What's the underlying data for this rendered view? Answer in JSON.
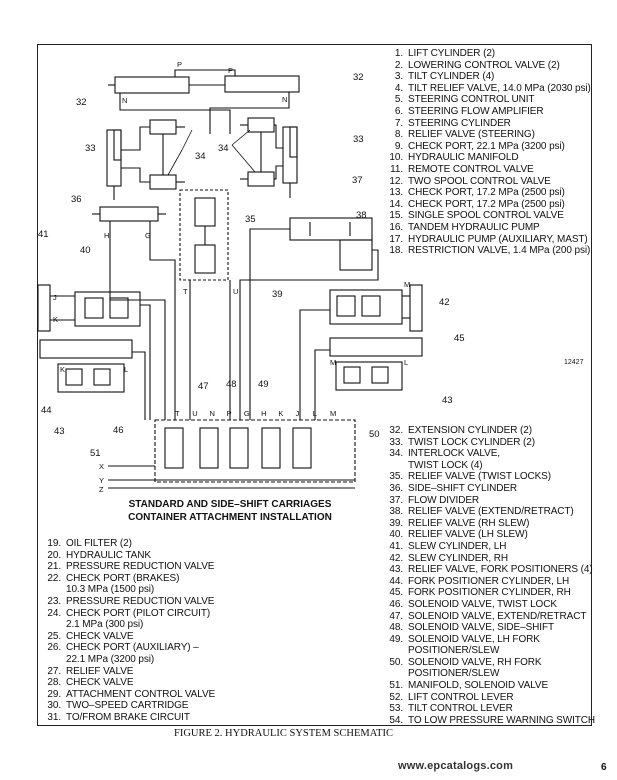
{
  "figure_caption": "FIGURE 2. HYDRAULIC SYSTEM SCHEMATIC",
  "installation_title": [
    "STANDARD AND SIDE–SHIFT CARRIAGES",
    "CONTAINER ATTACHMENT INSTALLATION"
  ],
  "drawing_number": "12427",
  "watermark": "www.epcatalogs.com",
  "page_number": "6",
  "legend_top": [
    {
      "num": "1.",
      "text": "LIFT CYLINDER (2)"
    },
    {
      "num": "2.",
      "text": "LOWERING CONTROL VALVE (2)"
    },
    {
      "num": "3.",
      "text": "TILT CYLINDER (4)"
    },
    {
      "num": "4.",
      "text": "TILT RELIEF VALVE, 14.0 MPa (2030 psi)"
    },
    {
      "num": "5.",
      "text": "STEERING CONTROL UNIT"
    },
    {
      "num": "6.",
      "text": "STEERING FLOW AMPLIFIER"
    },
    {
      "num": "7.",
      "text": "STEERING CYLINDER"
    },
    {
      "num": "8.",
      "text": "RELIEF VALVE (STEERING)"
    },
    {
      "num": "9.",
      "text": "CHECK PORT, 22.1 MPa (3200 psi)"
    },
    {
      "num": "10.",
      "text": "HYDRAULIC MANIFOLD"
    },
    {
      "num": "11.",
      "text": "REMOTE CONTROL VALVE"
    },
    {
      "num": "12.",
      "text": "TWO SPOOL CONTROL VALVE"
    },
    {
      "num": "13.",
      "text": "CHECK PORT, 17.2 MPa (2500 psi)"
    },
    {
      "num": "14.",
      "text": "CHECK PORT, 17.2 MPa (2500 psi)"
    },
    {
      "num": "15.",
      "text": "SINGLE SPOOL CONTROL VALVE"
    },
    {
      "num": "16.",
      "text": "TANDEM HYDRAULIC PUMP"
    },
    {
      "num": "17.",
      "text": "HYDRAULIC PUMP (AUXILIARY, MAST)"
    },
    {
      "num": "18.",
      "text": "RESTRICTION VALVE, 1.4 MPa (200 psi)"
    }
  ],
  "legend_bottom_left": [
    {
      "num": "19.",
      "text": "OIL FILTER (2)"
    },
    {
      "num": "20.",
      "text": "HYDRAULIC TANK"
    },
    {
      "num": "21.",
      "text": "PRESSURE REDUCTION VALVE"
    },
    {
      "num": "22.",
      "text": "CHECK PORT (BRAKES)"
    },
    {
      "num": "",
      "text": "10.3 MPa (1500 psi)"
    },
    {
      "num": "23.",
      "text": "PRESSURE REDUCTION VALVE"
    },
    {
      "num": "24.",
      "text": "CHECK PORT (PILOT CIRCUIT)"
    },
    {
      "num": "",
      "text": "2.1 MPa (300 psi)"
    },
    {
      "num": "25.",
      "text": "CHECK VALVE"
    },
    {
      "num": "26.",
      "text": "CHECK PORT (AUXILIARY) –"
    },
    {
      "num": "",
      "text": "22.1 MPa (3200 psi)"
    },
    {
      "num": "27.",
      "text": "RELIEF VALVE"
    },
    {
      "num": "28.",
      "text": "CHECK VALVE"
    },
    {
      "num": "29.",
      "text": "ATTACHMENT CONTROL VALVE"
    },
    {
      "num": "30.",
      "text": "TWO–SPEED CARTRIDGE"
    },
    {
      "num": "31.",
      "text": "TO/FROM BRAKE CIRCUIT"
    }
  ],
  "legend_bottom_right": [
    {
      "num": "32.",
      "text": "EXTENSION CYLINDER (2)"
    },
    {
      "num": "33.",
      "text": "TWIST LOCK CYLINDER (2)"
    },
    {
      "num": "34.",
      "text": "INTERLOCK VALVE,"
    },
    {
      "num": "",
      "text": "TWIST LOCK (4)"
    },
    {
      "num": "35.",
      "text": "RELIEF VALVE (TWIST LOCKS)"
    },
    {
      "num": "36.",
      "text": "SIDE–SHIFT CYLINDER"
    },
    {
      "num": "37.",
      "text": "FLOW DIVIDER"
    },
    {
      "num": "38.",
      "text": "RELIEF VALVE (EXTEND/RETRACT)"
    },
    {
      "num": "39.",
      "text": "RELIEF VALVE (RH SLEW)"
    },
    {
      "num": "40.",
      "text": "RELIEF VALVE (LH SLEW)"
    },
    {
      "num": "41.",
      "text": "SLEW CYLINDER, LH"
    },
    {
      "num": "42.",
      "text": "SLEW CYLINDER, RH"
    },
    {
      "num": "43.",
      "text": "RELIEF VALVE, FORK POSITIONERS (4)"
    },
    {
      "num": "44.",
      "text": "FORK POSITIONER CYLINDER, LH"
    },
    {
      "num": "45.",
      "text": "FORK POSITIONER CYLINDER, RH"
    },
    {
      "num": "46.",
      "text": "SOLENOID VALVE, TWIST LOCK"
    },
    {
      "num": "47.",
      "text": "SOLENOID VALVE, EXTEND/RETRACT"
    },
    {
      "num": "48.",
      "text": "SOLENOID VALVE, SIDE–SHIFT"
    },
    {
      "num": "49.",
      "text": "SOLENOID VALVE, LH FORK"
    },
    {
      "num": "",
      "text": "POSITIONER/SLEW"
    },
    {
      "num": "50.",
      "text": "SOLENOID VALVE, RH FORK"
    },
    {
      "num": "",
      "text": "POSITIONER/SLEW"
    },
    {
      "num": "51.",
      "text": "MANIFOLD, SOLENOID VALVE"
    },
    {
      "num": "52.",
      "text": "LIFT CONTROL LEVER"
    },
    {
      "num": "53.",
      "text": "TILT CONTROL LEVER"
    },
    {
      "num": "54.",
      "text": "TO LOW PRESSURE WARNING SWITCH"
    }
  ],
  "callouts": {
    "c32a": "32",
    "c32b": "32",
    "c33a": "33",
    "c33b": "33",
    "c34a": "34",
    "c34b": "34",
    "c35": "35",
    "c36": "36",
    "c37": "37",
    "c38": "38",
    "c39": "39",
    "c40": "40",
    "c41": "41",
    "c42": "42",
    "c43a": "43",
    "c43b": "43",
    "c44": "44",
    "c45": "45",
    "c46": "46",
    "c47": "47",
    "c48": "48",
    "c49": "49",
    "c50": "50",
    "c51": "51"
  },
  "port_labels": {
    "p1": "P",
    "p2": "P",
    "n1": "N",
    "n2": "N",
    "h": "H",
    "g": "G",
    "j1": "J",
    "k1": "K",
    "m1": "M",
    "l1": "L",
    "m2": "M",
    "k2": "K",
    "l2": "L",
    "t1": "T",
    "u1": "U",
    "x": "X",
    "y": "Y",
    "z": "Z"
  },
  "manifold_ports": [
    "T",
    "U",
    "N",
    "P",
    "G",
    "H",
    "K",
    "J",
    "L",
    "M"
  ]
}
